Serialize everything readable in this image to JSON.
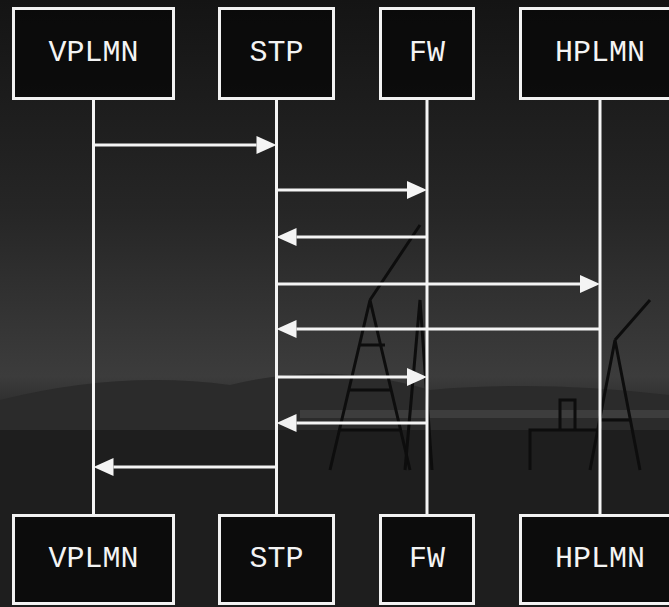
{
  "diagram": {
    "nodes": [
      {
        "text": [
          "VPLMN"
        ]
      },
      {
        "text": [
          "STP"
        ]
      },
      {
        "text": [
          "FW"
        ]
      },
      {
        "text": [
          "HPLMN"
        ]
      },
      {
        "text": [
          "VPLMN"
        ]
      },
      {
        "text": [
          "STP"
        ]
      },
      {
        "text": [
          "FW"
        ]
      },
      {
        "text": [
          "HPLMN"
        ]
      }
    ],
    "edges": [
      {
        "from": 0,
        "to": 1,
        "arrow": "to"
      },
      {
        "from": 1,
        "to": 2,
        "arrow": "to"
      },
      {
        "from": 2,
        "to": 1,
        "arrow": "to"
      },
      {
        "from": 1,
        "to": 3,
        "arrow": "to"
      },
      {
        "from": 3,
        "to": 1,
        "arrow": "to"
      },
      {
        "from": 1,
        "to": 2,
        "arrow": "to"
      },
      {
        "from": 2,
        "to": 1,
        "arrow": "to"
      },
      {
        "from": 1,
        "to": 0,
        "arrow": "to"
      },
      {
        "from": 0,
        "to": 4,
        "arrow": "none"
      },
      {
        "from": 1,
        "to": 5,
        "arrow": "none"
      },
      {
        "from": 2,
        "to": 6,
        "arrow": "none"
      },
      {
        "from": 3,
        "to": 7,
        "arrow": "none"
      }
    ]
  }
}
